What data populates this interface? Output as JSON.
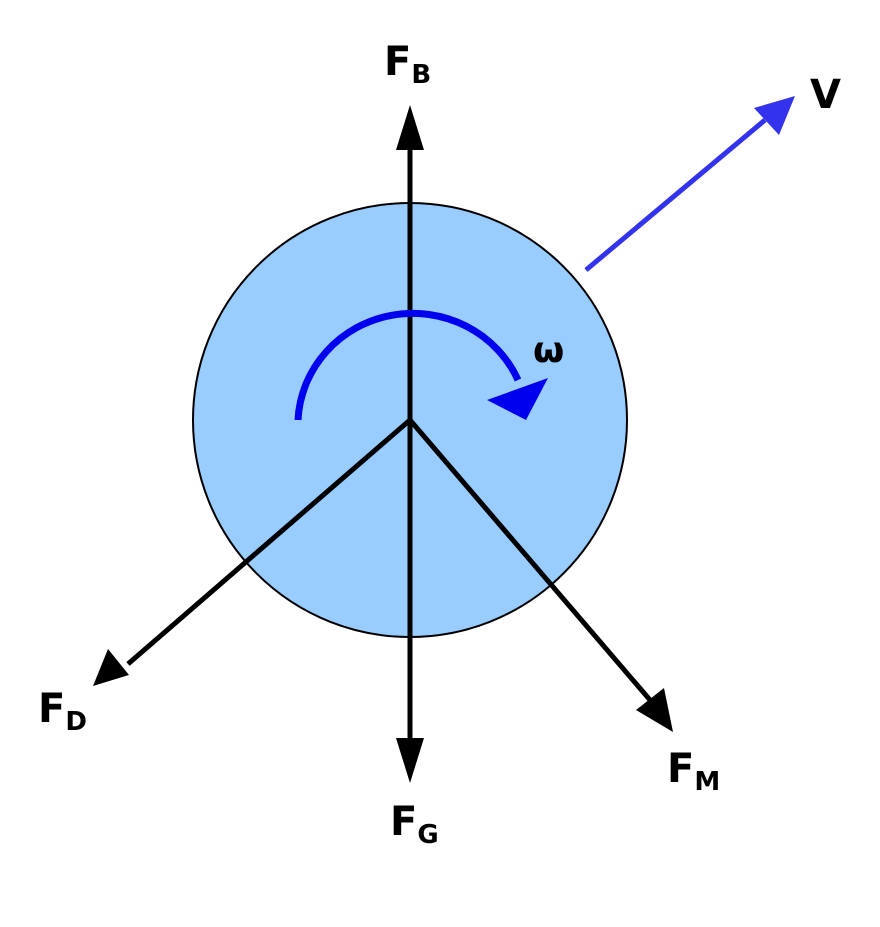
{
  "diagram": {
    "colors": {
      "ball_fill": "#99ccff",
      "ball_stroke": "#000000",
      "force_arrow": "#000000",
      "velocity_arrow": "#3333ee",
      "spin_arrow": "#0000ee",
      "background": "#ffffff"
    },
    "forces": {
      "buoyancy": {
        "symbol": "F",
        "subscript": "B"
      },
      "gravity": {
        "symbol": "F",
        "subscript": "G"
      },
      "drag": {
        "symbol": "F",
        "subscript": "D"
      },
      "magnus": {
        "symbol": "F",
        "subscript": "M"
      }
    },
    "velocity": {
      "label": "V"
    },
    "spin": {
      "label": "ω"
    }
  }
}
